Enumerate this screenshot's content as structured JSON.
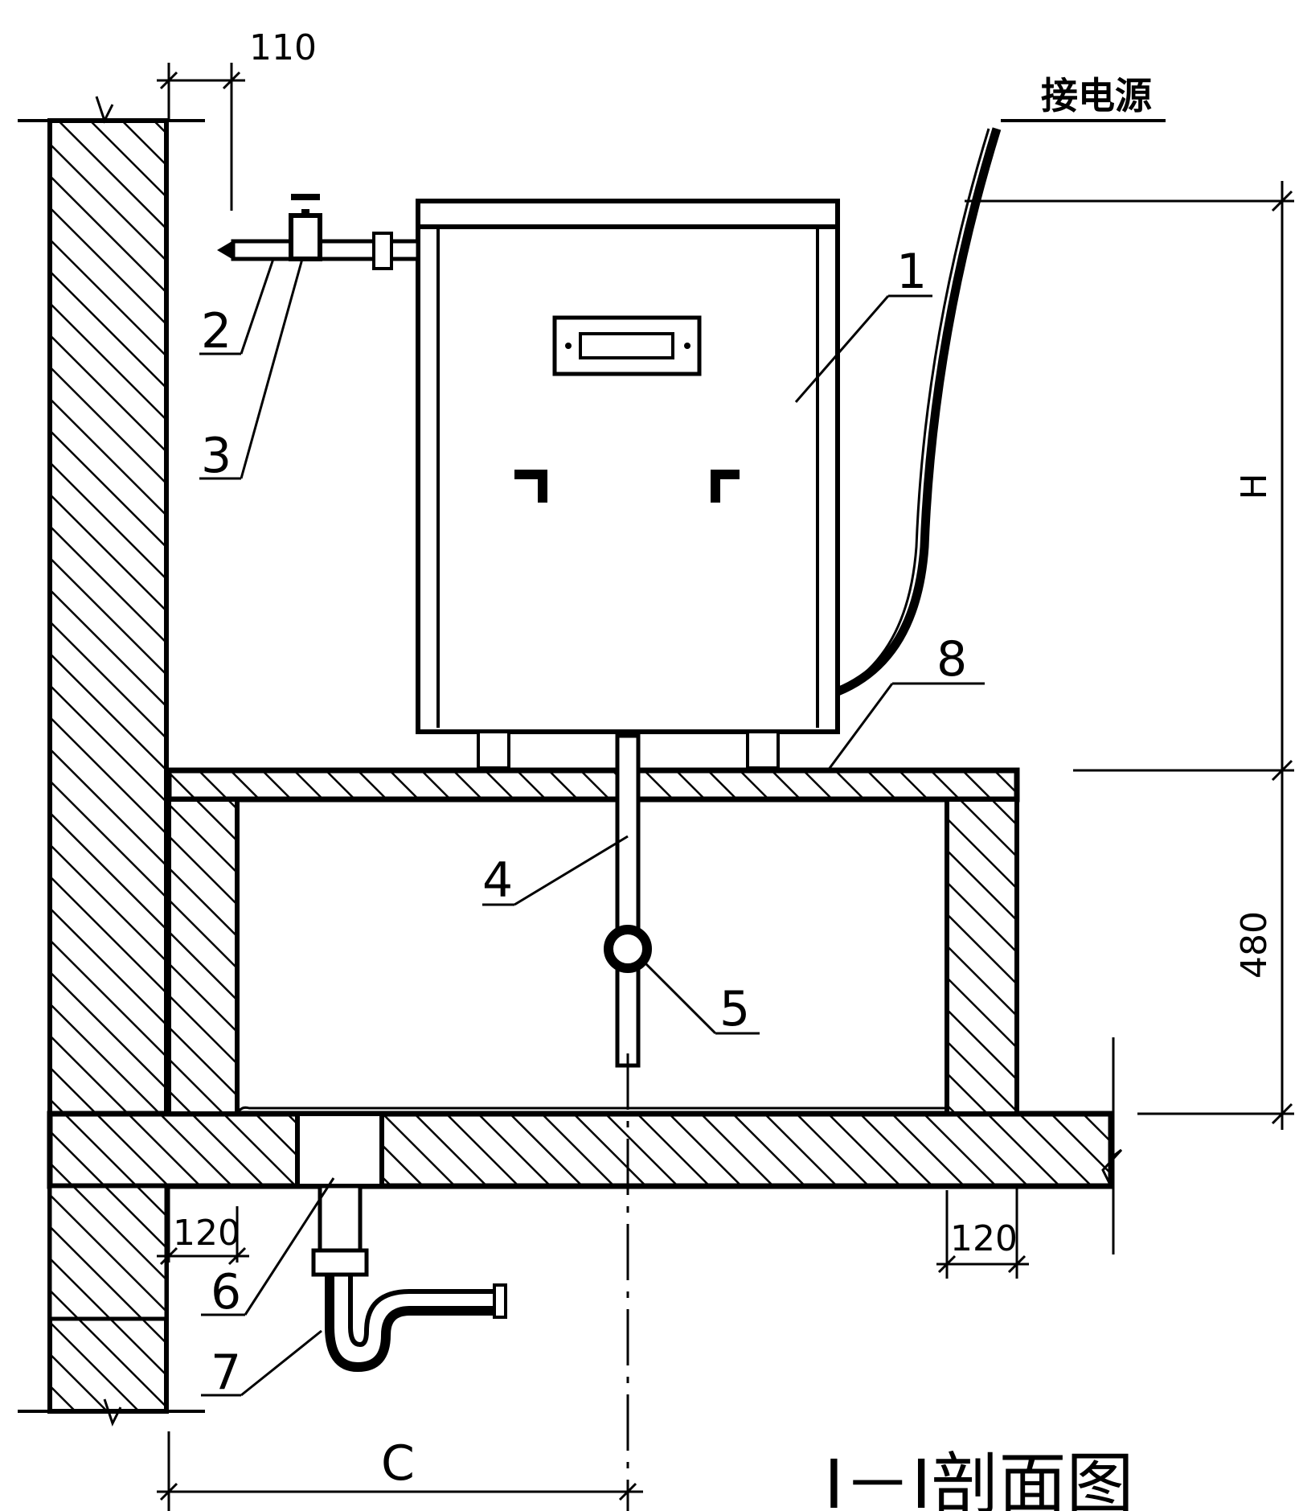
{
  "labels": {
    "l1": "1",
    "l2": "2",
    "l3": "3",
    "l4": "4",
    "l5": "5",
    "l6": "6",
    "l7": "7",
    "l8": "8"
  },
  "dimensions": {
    "wall_offset": "110",
    "height_h": "H",
    "height_480": "480",
    "left_120": "120",
    "right_120": "120",
    "center_c": "C"
  },
  "power_label": "接电源",
  "section_title": "Ⅰ－Ⅰ剖面图"
}
